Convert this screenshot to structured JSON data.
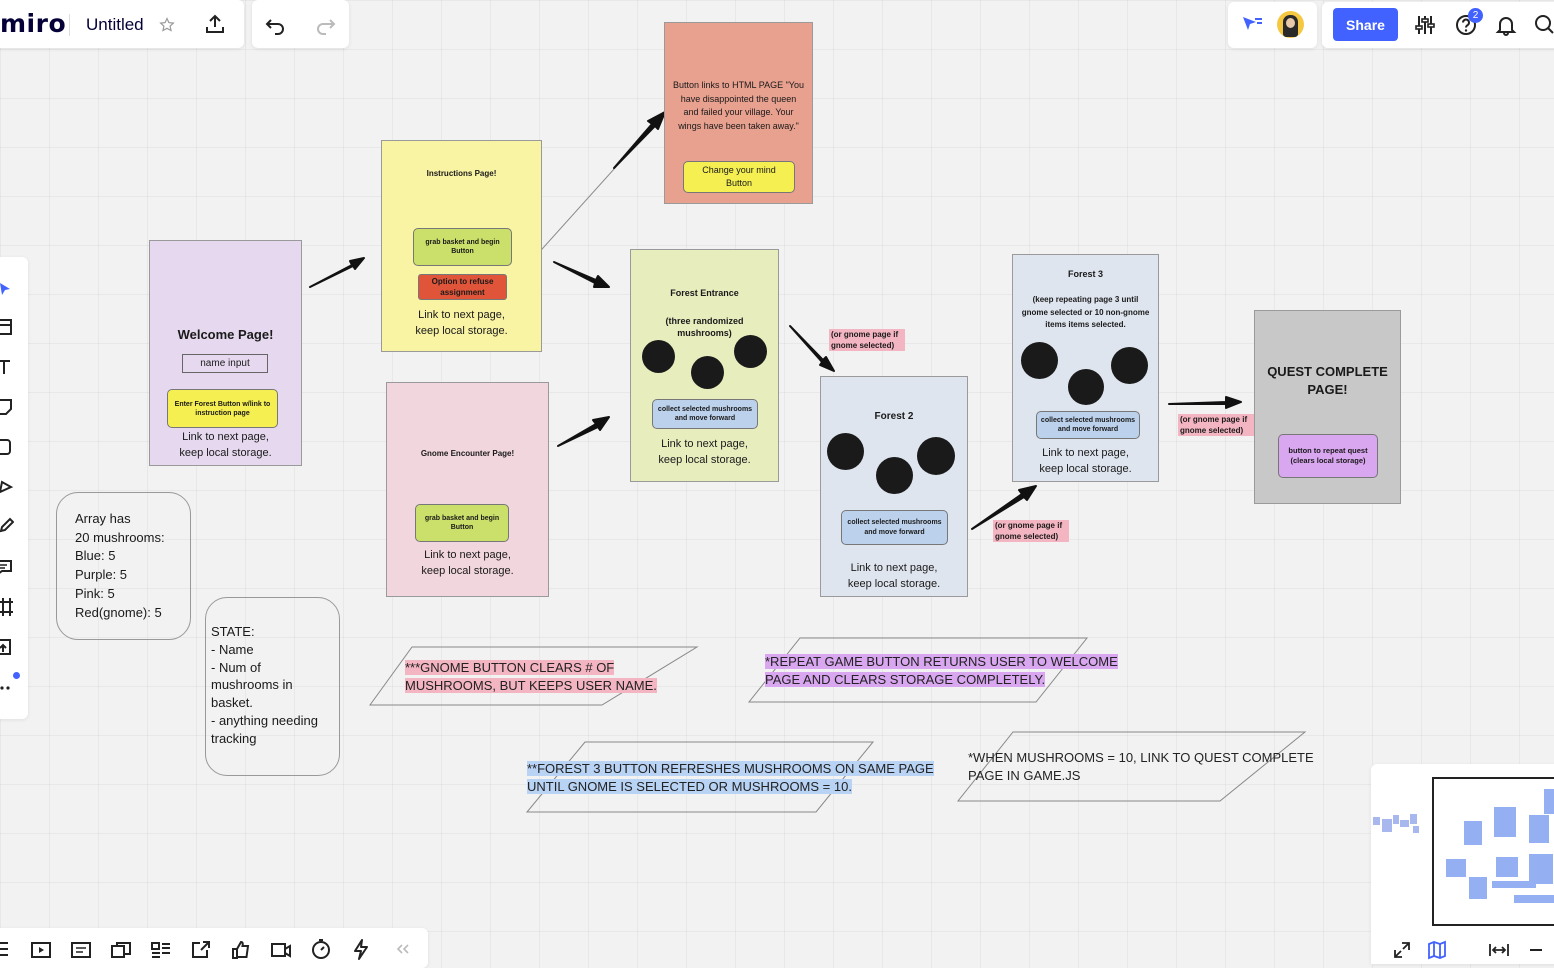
{
  "app": {
    "logo": "miro",
    "board_title": "Untitled",
    "share_label": "Share",
    "help_badge": "2",
    "accent": "#4262ff"
  },
  "toolbar_icons": [
    "star-icon",
    "export-icon",
    "undo-icon",
    "redo-icon"
  ],
  "board": {
    "welcome": {
      "title": "Welcome Page!",
      "input_label": "name input",
      "button": "Enter Forest Button w/link to instruction page",
      "footer": "Link to next page, keep local storage.",
      "color": "#e6d9ef"
    },
    "instructions": {
      "title": "Instructions Page!",
      "button_begin": "grab basket and begin Button",
      "button_refuse": "Option to refuse assignment",
      "footer": "Link to next page, keep local storage.",
      "color": "#f9f3a4"
    },
    "disappointed": {
      "text": "Button links to HTML PAGE \"You have disappointed the queen and failed your village. Your wings have been taken away.\"",
      "button": "Change your mind Button",
      "color": "#e8a08f"
    },
    "gnome": {
      "title": "Gnome Encounter Page!",
      "button": "grab basket and begin Button",
      "footer": "Link to next page, keep local storage.",
      "color": "#f1d6dd"
    },
    "forest_entrance": {
      "title": "Forest Entrance",
      "subtitle": "(three randomized mushrooms)",
      "button": "collect selected mushrooms and move forward",
      "footer": "Link to next page, keep local storage.",
      "color": "#e8edbe"
    },
    "forest2": {
      "title": "Forest 2",
      "button": "collect selected mushrooms and move forward",
      "footer": "Link to next page, keep local storage.",
      "color": "#dfe5ef"
    },
    "forest3": {
      "title": "Forest 3",
      "subtitle": "(keep repeating page 3 until gnome selected or 10 non-gnome items items selected.",
      "button": "collect selected mushrooms and move forward",
      "footer": "Link to next page, keep local storage.",
      "color": "#dfe5ef"
    },
    "quest": {
      "title": "QUEST COMPLETE PAGE!",
      "button": "button to repeat quest (clears local storage)",
      "color": "#c8c8c8"
    },
    "gnome_notes": [
      "(or gnome page if gnome selected)",
      "(or gnome page if gnome selected)",
      "(or gnome page if gnome selected)"
    ],
    "array_note": "Array has 20 mushrooms: Blue: 5 Purple: 5 Pink: 5 Red(gnome): 5",
    "array_lines": [
      "Array has",
      "20 mushrooms:",
      "Blue: 5",
      "Purple: 5",
      "Pink: 5",
      "Red(gnome): 5"
    ],
    "state_lines": [
      "STATE:",
      "- Name",
      "- Num of",
      "mushrooms in",
      "basket.",
      "- anything needing",
      "tracking"
    ],
    "note_gnome_button": "***GNOME BUTTON CLEARS # OF MUSHROOMS, BUT KEEPS USER NAME.",
    "note_repeat": "*REPEAT GAME BUTTON RETURNS USER TO WELCOME PAGE AND CLEARS STORAGE COMPLETELY.",
    "note_forest3": "**FOREST 3 BUTTON REFRESHES MUSHROOMS ON SAME PAGE UNTIL GNOME IS SELECTED OR MUSHROOMS = 10.",
    "note_when": "*WHEN MUSHROOMS = 10, LINK TO QUEST COMPLETE PAGE IN GAME.JS",
    "highlight_colors": {
      "pink": "#f4b5c2",
      "purple": "#d9a6f0",
      "blue": "#b9d3f5"
    }
  }
}
